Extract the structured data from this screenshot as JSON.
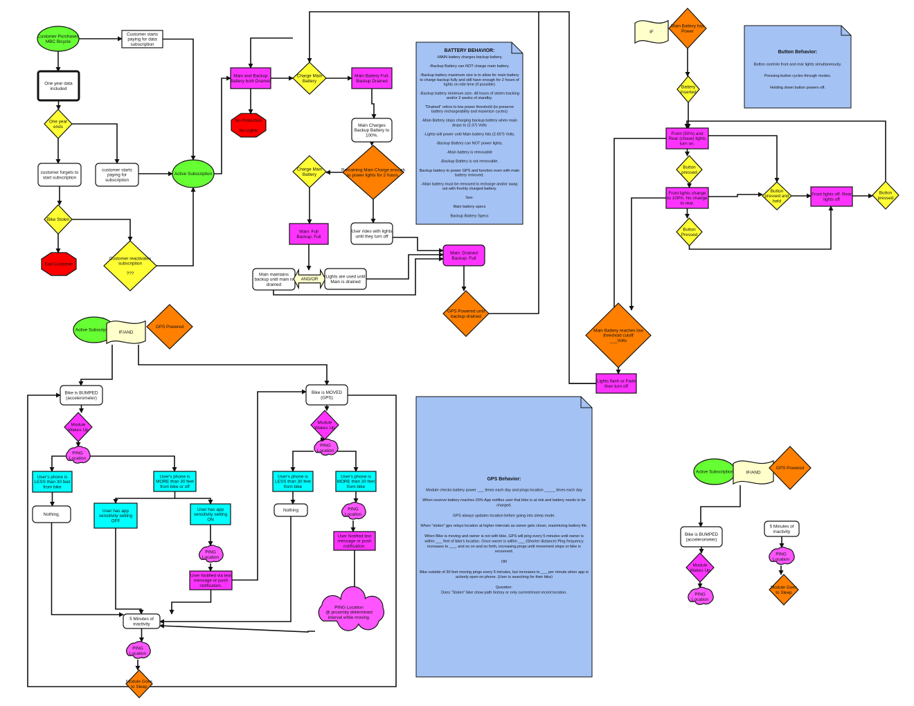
{
  "colors": {
    "green": "#66ff33",
    "yellow": "#ffff33",
    "magenta": "#ff33ff",
    "orange": "#ff7f00",
    "cyan": "#00ffff",
    "red": "#ff0000",
    "white": "#ffffff",
    "pale": "#ffffcc",
    "note": "#a4c2f4",
    "pink": "#ff55ff"
  },
  "nodes": {
    "purchase": [
      "Customer Purchases",
      "MBC Bicycle"
    ],
    "starts_paying": [
      "Customer starts",
      "paying for data",
      "subscription"
    ],
    "one_year_data": [
      "One year data",
      "included"
    ],
    "one_year_ends": [
      "One year",
      "ends"
    ],
    "forgets": [
      "customer forgets to",
      "start subscription"
    ],
    "starts_paying2": [
      "customer starts",
      "paying for",
      "subscription"
    ],
    "active_sub": [
      "Active Subscription"
    ],
    "bike_stolen": [
      "Bike Stolen"
    ],
    "sad_customer": [
      "Sad Customer"
    ],
    "reactivates": [
      "Customer reactivates",
      "subscription",
      "",
      "???"
    ],
    "both_drained": [
      "Main and Backup",
      "Battery both Drained"
    ],
    "no_protection": [
      "No Protection",
      "",
      "No Lights"
    ],
    "charge_main": [
      "Charge Main",
      "Battery"
    ],
    "main_full_backup_drained": [
      "Main Battery Full,",
      "Backup  Drained"
    ],
    "main_charges_backup": [
      "Main Charges",
      "Backup Battery to",
      "100%."
    ],
    "remaining_charge": [
      "Remaining Main Charge enough",
      "to power lights for 2 hours."
    ],
    "charge_main2": [
      "Charge Main",
      "Battery"
    ],
    "main_full_backup_full": [
      "Main: Full",
      "Backup: Full"
    ],
    "user_rides": [
      "User rides with lights",
      "until they turn off"
    ],
    "main_drained_backup_full": [
      "Main: Drained",
      "Backup: Full"
    ],
    "main_maintains": [
      "Main maintains",
      "backup until main is",
      "drained"
    ],
    "and_or": [
      "AND/OR"
    ],
    "lights_used": [
      "Lights are used until",
      "Main is drained"
    ],
    "gps_powered_until": [
      "GPS Powered until",
      "backup drained"
    ],
    "if": [
      "IF"
    ],
    "main_battery_has_power": [
      "Main Battery has",
      "Power"
    ],
    "battery_inserted": [
      "Battery",
      "Inserted"
    ],
    "front_rear_on": [
      "Front (50%) and",
      "Rear (chase) lights",
      "turn on."
    ],
    "button_pressed1": [
      "Button",
      "pressed"
    ],
    "front_100": [
      "Front lights change",
      "to 100%. No change",
      "to rear."
    ],
    "button_pressed2": [
      "Button",
      "Pressed"
    ],
    "button_pressed_held": [
      "Button",
      "pressed and",
      "held"
    ],
    "front_rear_off": [
      "Front lights off.  Rear",
      "lights off"
    ],
    "button_pressed3": [
      "Button",
      "pressed"
    ],
    "main_low": [
      "Main Battery reaches low",
      "threshold cutoff",
      "___Volts"
    ],
    "lights_flash": [
      "Lights flash or Fade",
      "then turn off"
    ],
    "active_sub2": [
      "Active Subscription"
    ],
    "if_and": [
      "IF/AND"
    ],
    "gps_powered": [
      "GPS Powered"
    ],
    "bike_bumped": [
      "Bike is BUMPED",
      "(accelerometer)"
    ],
    "module_wakes_up": [
      "Module",
      "Wakes Up"
    ],
    "ping_location1": [
      "PING",
      "Location"
    ],
    "phone_less_30": [
      "User's phone is",
      "LESS than 30 feet",
      "from bike"
    ],
    "phone_more_30": [
      "User's phone is",
      "MORE than 30 feet",
      "from bike or off"
    ],
    "nothing1": [
      "Nothing."
    ],
    "app_sens_off": [
      "User has app",
      "sensitivity setting",
      "OFF"
    ],
    "app_sens_on": [
      "User has app",
      "sensitivity setting",
      "ON"
    ],
    "ping_location2": [
      "PING",
      "Location"
    ],
    "user_notified1": [
      "User Notified via text",
      "message or push",
      "notification."
    ],
    "five_min": [
      "5 Minutes of",
      "inactivity"
    ],
    "ping_location3": [
      "PING",
      "Location"
    ],
    "module_sleep": [
      "Module Goes",
      "to Sleep"
    ],
    "bike_moved": [
      "Bike is MOVED",
      "(GPS)"
    ],
    "module_wakes_up2": [
      "Module",
      "Wakes Up"
    ],
    "ping_location4": [
      "PING",
      "Location"
    ],
    "phone_less_30b": [
      "User's phone is",
      "LESS than 30 feet",
      "from bike"
    ],
    "phone_more_30b": [
      "User's phone is",
      "MORE than 30 feet",
      "from bike"
    ],
    "nothing2": [
      "Nothing"
    ],
    "ping_location5": [
      "PING",
      "Location"
    ],
    "user_notified2": [
      "User Notified text",
      "message or push",
      "notification."
    ],
    "ping_interval": [
      "PING Location",
      "@  proximity determined",
      "interval while moving."
    ],
    "active_sub3": [
      "Active Subscription"
    ],
    "if_and2": [
      "IF/AND"
    ],
    "gps_powered2": [
      "GPS Powered"
    ],
    "bike_bumped2": [
      "Bike is BUMPED",
      "(accelerometer)"
    ],
    "module_wakes_up3": [
      "Module",
      "Wakes Up"
    ],
    "ping_location6": [
      "PING",
      "Location"
    ],
    "five_min2": [
      "5 Minutes of",
      "inactivity"
    ],
    "ping_location7": [
      "PING",
      "Location"
    ],
    "module_sleep2": [
      "Module Goes",
      "to Sleep"
    ]
  },
  "notes": {
    "battery": {
      "title": "BATTERY BEHAVIOR:",
      "lines": [
        "-MAIN battery charges backup battery.",
        "",
        "-Backup Battery can NOT charge main battery.",
        "",
        "-Backup battery maximum size is to allow for main battery",
        "to charge backup fully and still have enough for 2 hours of",
        "lights on ride time (if possible)",
        "",
        "-Backup battery minimum size- 48 hours of stolen tracking",
        "and/or 2 weeks of standby.",
        "",
        "\"Drained\" refers to low power threshold (to preserve",
        "battery rechargeability and maximize cycles)",
        "",
        "-Main Battery stops charging backup battery when main",
        "drops to (2.37) Volts",
        "",
        "-Lights will power until Main battery hits (2.65?) Volts.",
        "",
        "-Backup Battery can NOT power lights.",
        "",
        "-Main battery is removable",
        "",
        "-Backup Battery is not removable.",
        "",
        "Backup battery to power GPS and function even with main",
        "battery removed.",
        "",
        "-Main battery must be removed to recharge and/or swap",
        "out with freshly charged battery.",
        "",
        "See:",
        "",
        "Main battery specs",
        "",
        "Backup Battery Specs"
      ]
    },
    "button": {
      "title": "Button Behavior:",
      "lines": [
        "",
        "Button controls front and rear lights simultaneously.",
        "",
        "Pressing button cycles through modes.",
        "",
        "Holding down button powers off."
      ]
    },
    "gps": {
      "title": "GPS Behavior:",
      "lines": [
        "",
        "Module checks battery power ___ times each day  and pings location _____ times each day",
        "",
        "When reserve battery reaches 20% App notifies user that bike is at risk and battery needs to be",
        "charged.",
        "",
        "GPS always updates location before going into sleep mode.",
        "",
        "When \"stolen\" gps relays location at higher intervals as owner gets closer, maximizing battery life.",
        "",
        "When Bike is moving and owner is not with bike, GPS will ping every 5 minutes until owner is",
        "within ___ feet of bike's location. Once owner is within ___ (Shorter distance) Ping frequency",
        "increases to ___, and so on and so forth, increasing pings until movement stops or bike is",
        "recovered.",
        "",
        "OR",
        "",
        "Bike outside of 30 feet moving pings every 5 minutes, but increases to ___ per minute when app is",
        "actively open on phone. (User is searching for their bike)",
        "",
        "Question:",
        "Does \"Stolen\" bike show path history or only current/most recent location."
      ]
    }
  }
}
